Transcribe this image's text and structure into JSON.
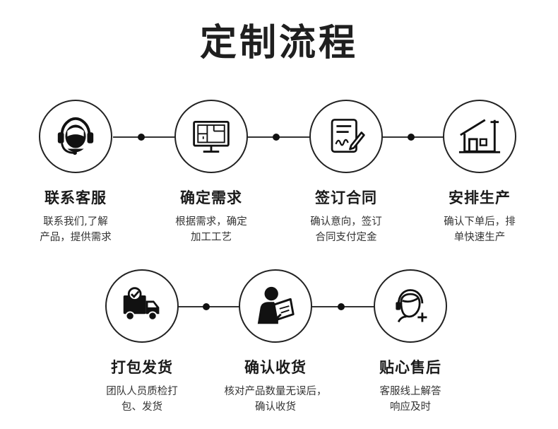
{
  "title": "定制流程",
  "steps": [
    {
      "title": "联系客服",
      "desc": "联系我们,了解\n产品，提供需求",
      "icon": "headset-icon"
    },
    {
      "title": "确定需求",
      "desc": "根据需求，确定\n加工工艺",
      "icon": "monitor-blueprint-icon"
    },
    {
      "title": "签订合同",
      "desc": "确认意向，签订\n合同支付定金",
      "icon": "contract-sign-icon"
    },
    {
      "title": "安排生产",
      "desc": "确认下单后，排\n单快速生产",
      "icon": "factory-icon"
    },
    {
      "title": "打包发货",
      "desc": "团队人员质检打\n包、发货",
      "icon": "delivery-truck-icon"
    },
    {
      "title": "确认收货",
      "desc": "核对产品数量无误后，\n确认收货",
      "icon": "person-checklist-icon"
    },
    {
      "title": "贴心售后",
      "desc": "客服线上解答\n响应及时",
      "icon": "support-agent-icon"
    }
  ],
  "colors": {
    "line": "#333333",
    "text": "#1a1a1a",
    "circle_border": "#222222"
  }
}
